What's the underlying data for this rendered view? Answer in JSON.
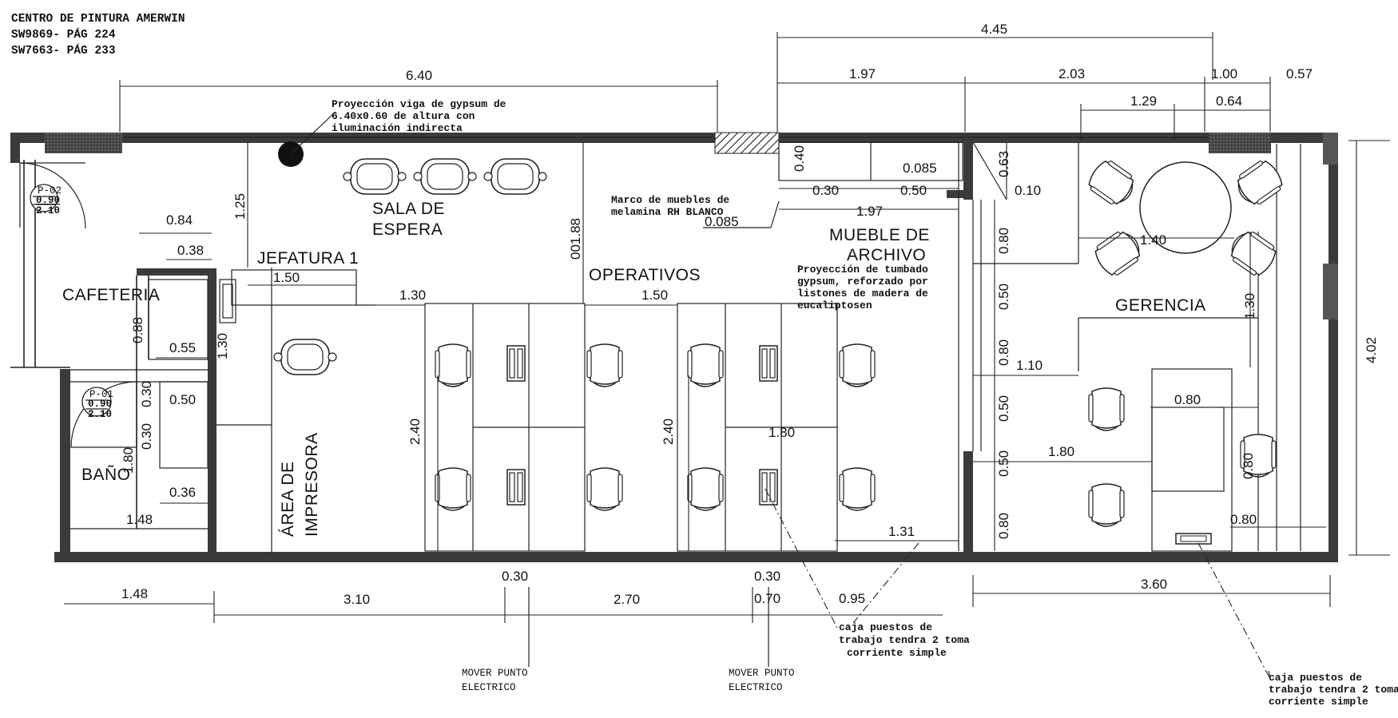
{
  "header": {
    "line1": "CENTRO  DE PINTURA AMERWIN",
    "line2": "SW9869- PÁG 224",
    "line3": "SW7663- PÁG 233"
  },
  "rooms": {
    "cafeteria": "CAFETERIA",
    "bano": "BAÑO",
    "jefatura": "JEFATURA 1",
    "sala_line1": "SALA  DE",
    "sala_line2": "ESPERA",
    "area_line1": "ÁREA  DE",
    "area_line2": "IMPRESORA",
    "operativos": "OPERATIVOS",
    "mueble_line1": "MUEBLE  DE",
    "mueble_line2": "ARCHIVO",
    "gerencia": "GERENCIA"
  },
  "doors": {
    "p02": {
      "code": "P-02",
      "w": "0.90",
      "h": "2.10"
    },
    "p01": {
      "code": "P-01",
      "w": "0.90",
      "h": "2.10"
    }
  },
  "notes": {
    "viga_1": "Proyección  viga  de  gypsum  de",
    "viga_2": "6.40x0.60  de  altura  con",
    "viga_3": "iluminación  indirecta",
    "marco_1": "Marco de muebles de",
    "marco_2": "melamina  RH  BLANCO",
    "tumbado_1": "Proyección de tumbado",
    "tumbado_2": "gypsum,  reforzado  por",
    "tumbado_3": "listones  de  madera  de",
    "tumbado_4": "eucaliptosen",
    "caja1_1": "caja  puestos  de",
    "caja1_2": "trabajo  tendra  2  toma",
    "caja1_3": "corriente  simple",
    "caja2_1": "caja  puestos  de",
    "caja2_2": "trabajo  tendra  2  toma",
    "caja2_3": "corriente  simple",
    "mover1_1": "MOVER  PUNTO",
    "mover1_2": "ELECTRICO",
    "mover2_1": "MOVER  PUNTO",
    "mover2_2": "ELECTRICO"
  },
  "dimensions": {
    "d_445": "4.45",
    "d_640": "6.40",
    "d_197a": "1.97",
    "d_203": "2.03",
    "d_100": "1.00",
    "d_057": "0.57",
    "d_129": "1.29",
    "d_064": "0.64",
    "d_125": "1.25",
    "d_040": "0.40",
    "d_030a": "0.30",
    "d_050a": "0.50",
    "d_0085a": "0.085",
    "d_0085b": "0.085",
    "d_197b": "1.97",
    "d_063": "0.63",
    "d_010": "0.10",
    "d_188": "001.88",
    "d_084": "0.84",
    "d_038": "0.38",
    "d_150a": "1.50",
    "d_130a": "1.30",
    "d_150b": "1.50",
    "d_088": "0.88",
    "d_055": "0.55",
    "d_130b": "1.30",
    "d_050b": "0.50",
    "d_030b": "0.30",
    "d_030c": "0.30",
    "d_180a": "1.80",
    "d_036": "0.36",
    "d_148a": "1.48",
    "d_240a": "2.40",
    "d_240b": "2.40",
    "d_180b": "1.80",
    "d_131": "1.31",
    "d_140": "1.40",
    "d_080a": "0.80",
    "d_050c": "0.50",
    "d_080b": "0.80",
    "d_110": "1.10",
    "d_050d": "0.50",
    "d_050e": "0.50",
    "d_080c": "0.80",
    "d_130c": "1.30",
    "d_080d": "0.80",
    "d_180c": "1.80",
    "d_080e": "0.80",
    "d_080f": "0.80",
    "d_402": "4.02",
    "d_148b": "1.48",
    "d_310": "3.10",
    "d_030d": "0.30",
    "d_270": "2.70",
    "d_030e": "0.30",
    "d_070": "0.70",
    "d_095": "0.95",
    "d_360": "3.60"
  }
}
